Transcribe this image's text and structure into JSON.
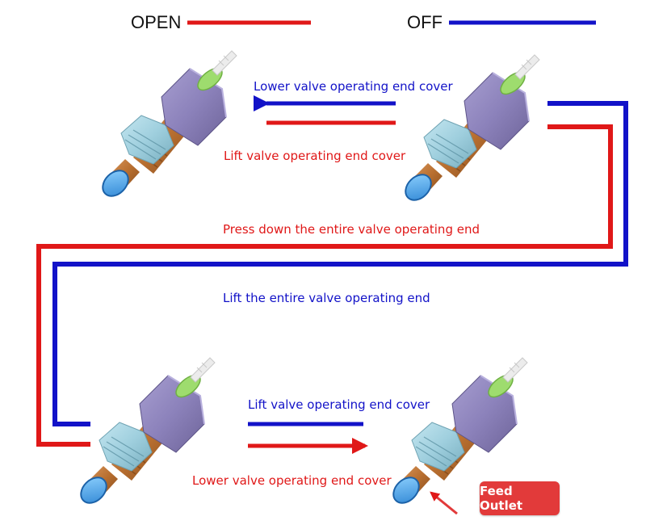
{
  "legend": {
    "open_label": "OPEN",
    "off_label": "OFF",
    "open_color": "#e01818",
    "off_color": "#1212c8"
  },
  "steps": {
    "lower_cover_top": "Lower valve operating end cover",
    "lift_cover_top": "Lift valve operating end cover",
    "press_down": "Press down the entire valve operating end",
    "lift_entire": "Lift the entire valve operating end",
    "lift_cover_bottom": "Lift valve operating end cover",
    "lower_cover_bottom": "Lower valve operating end cover"
  },
  "callout": {
    "feed_outlet": "Feed Outlet",
    "color": "#e23a3a"
  },
  "colors": {
    "cap": "#8e84bb",
    "cap_ring": "#96d86a",
    "nut": "#9fd0de",
    "stem": "#c07a3a",
    "tip": "#4aa8ea"
  }
}
